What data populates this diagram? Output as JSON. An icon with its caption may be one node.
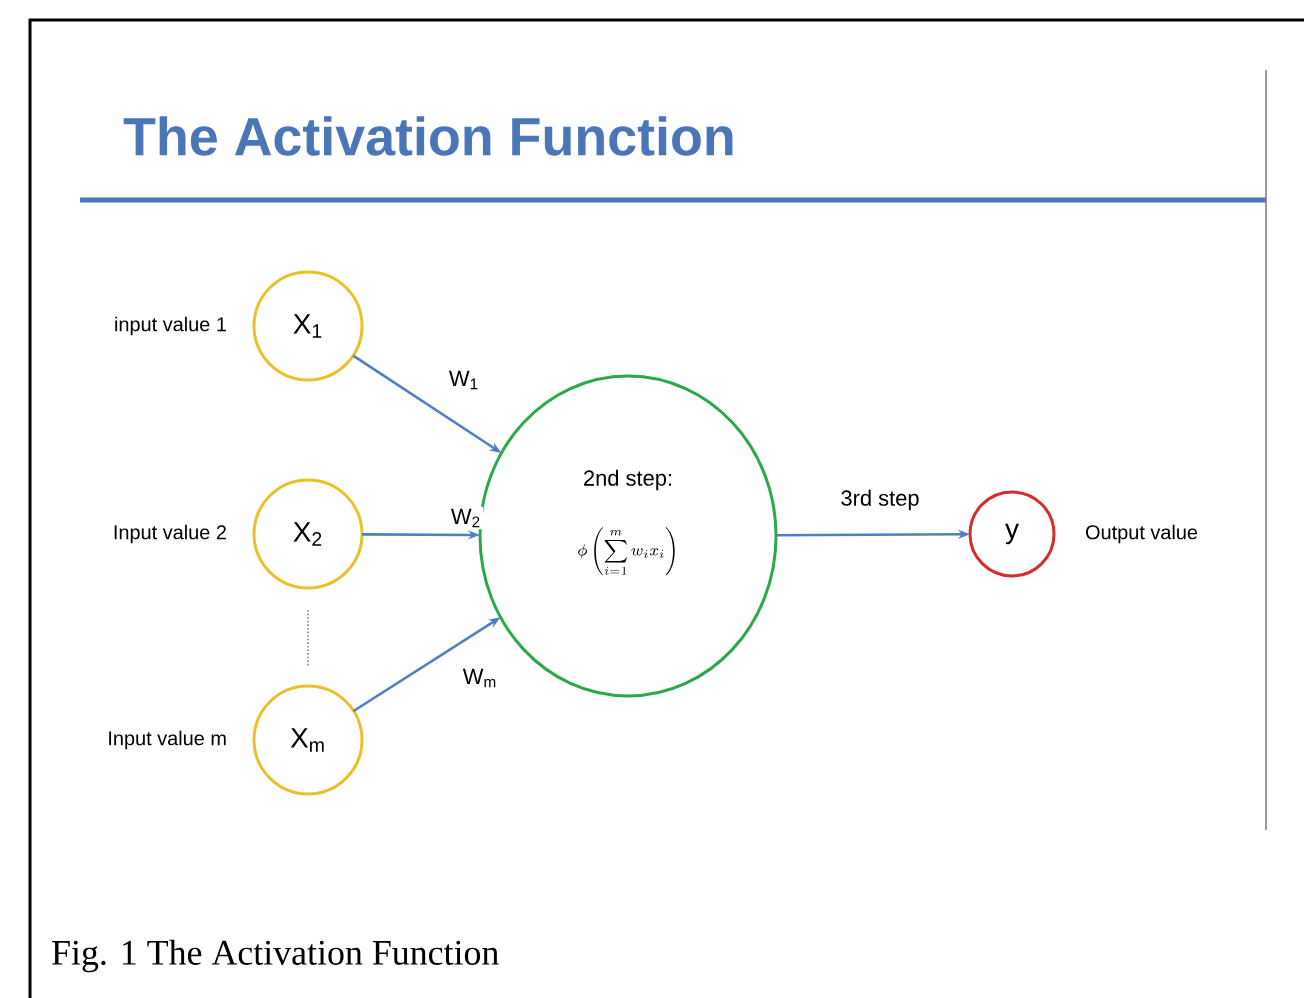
{
  "diagram": {
    "title": "The Activation Function",
    "caption": "Fig. 1 The Activation Function",
    "nodes": [
      {
        "text": [
          "X$_{1}$"
        ],
        "beside": [
          "input value 1"
        ]
      },
      {
        "text": [
          "X$_{2}$"
        ],
        "beside": [
          "Input value 2"
        ]
      },
      {
        "text": [
          "X$_{m}$"
        ],
        "beside": [
          "Input value m"
        ]
      },
      {
        "text": [
          "2nd step:",
          "\\phi\\left(\\sum_{i=1}^{m} w_i x_i\\right)"
        ]
      },
      {
        "text": [
          "y"
        ],
        "beside": [
          "Output value"
        ]
      }
    ],
    "edges": [
      {
        "from": 0,
        "to": 3,
        "arrow": "to",
        "label": "W$_{1}$"
      },
      {
        "from": 1,
        "to": 3,
        "arrow": "to",
        "label": "W$_{2}$"
      },
      {
        "from": 2,
        "to": 3,
        "arrow": "to",
        "label": "W$_{m}$"
      },
      {
        "from": 3,
        "to": 4,
        "arrow": "to",
        "label": "3rd step"
      }
    ]
  }
}
